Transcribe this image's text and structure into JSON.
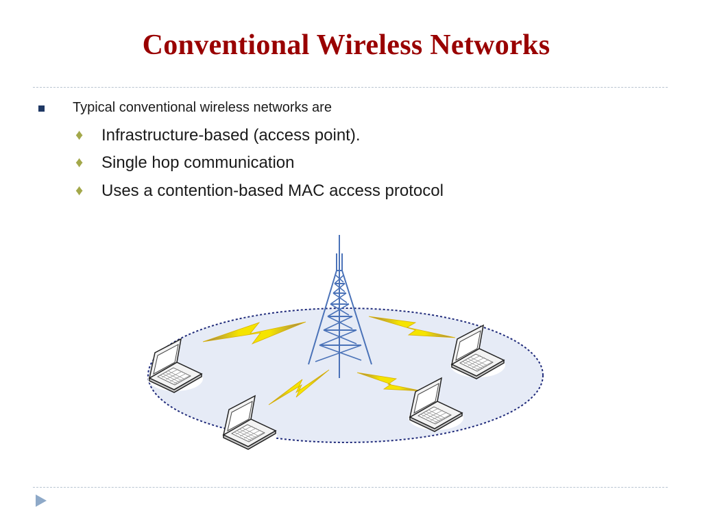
{
  "slide": {
    "title": "Conventional Wireless Networks",
    "bullet": "Typical conventional wireless networks are",
    "sub_bullets": [
      "Infrastructure-based (access point).",
      "Single hop communication",
      "Uses a contention-based MAC access protocol"
    ]
  },
  "diagram": {
    "nodes": [
      "laptop-icon",
      "laptop-icon",
      "laptop-icon",
      "laptop-icon"
    ],
    "hub": "antenna-tower-icon",
    "links": [
      "lightning-bolt-icon",
      "lightning-bolt-icon",
      "lightning-bolt-icon",
      "lightning-bolt-icon"
    ],
    "colors": {
      "title": "#990000",
      "coverage_fill": "#e6ebf6",
      "coverage_border": "#1f2a7a",
      "tower": "#4a72b8",
      "bolt": "#f5e400"
    }
  },
  "nav": {
    "icon": "next-slide-arrow-icon"
  }
}
